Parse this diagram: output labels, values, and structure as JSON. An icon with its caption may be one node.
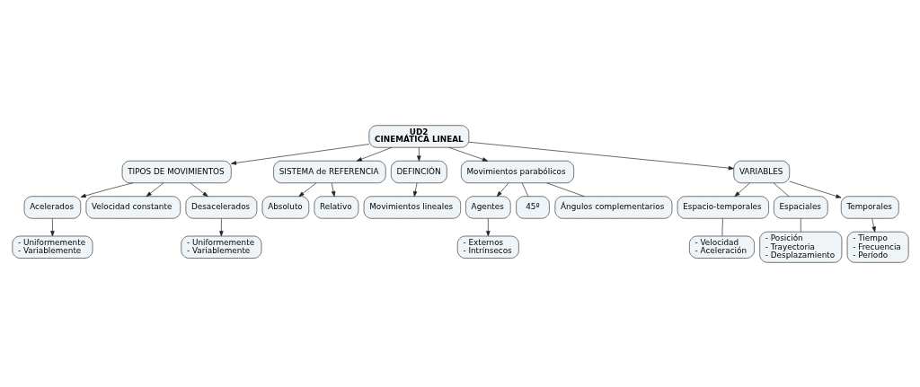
{
  "diagram": {
    "nodes": [
      {
        "text": [
          "UD2",
          "CINEMÁTICA LINEAL"
        ]
      },
      {
        "text": [
          "TIPOS DE MOVIMIENTOS"
        ]
      },
      {
        "text": [
          "Acelerados"
        ]
      },
      {
        "text": [
          "- Uniformemente",
          "- Variablemente"
        ]
      },
      {
        "text": [
          "Velocidad constante"
        ]
      },
      {
        "text": [
          "Desacelerados"
        ]
      },
      {
        "text": [
          "- Uniformemente",
          "- Variablemente"
        ]
      },
      {
        "text": [
          "SISTEMA de REFERENCIA"
        ]
      },
      {
        "text": [
          "Absoluto"
        ]
      },
      {
        "text": [
          "Relativo"
        ]
      },
      {
        "text": [
          "DEFINCIÓN"
        ]
      },
      {
        "text": [
          "Movimientos lineales"
        ]
      },
      {
        "text": [
          "Movimientos parabólicos"
        ]
      },
      {
        "text": [
          "Agentes"
        ]
      },
      {
        "text": [
          "- Externos",
          "- Intrínsecos"
        ]
      },
      {
        "text": [
          "45º"
        ]
      },
      {
        "text": [
          "Ángulos complementarios"
        ]
      },
      {
        "text": [
          "VARIABLES"
        ]
      },
      {
        "text": [
          "Espacio-temporales"
        ]
      },
      {
        "text": [
          "- Velocidad",
          "- Aceleración"
        ]
      },
      {
        "text": [
          "Espaciales"
        ]
      },
      {
        "text": [
          "- Posición",
          "- Trayectoria",
          "- Desplazamiento"
        ]
      },
      {
        "text": [
          "Temporales"
        ]
      },
      {
        "text": [
          "- Tiempo",
          "- Frecuencia",
          "- Período"
        ]
      }
    ],
    "edges": [
      {
        "from": 0,
        "to": 1,
        "arrow": "to"
      },
      {
        "from": 1,
        "to": 2,
        "arrow": "to"
      },
      {
        "from": 2,
        "to": 3,
        "arrow": "to"
      },
      {
        "from": 1,
        "to": 4,
        "arrow": "to"
      },
      {
        "from": 1,
        "to": 5,
        "arrow": "to"
      },
      {
        "from": 5,
        "to": 6,
        "arrow": "to"
      },
      {
        "from": 0,
        "to": 7,
        "arrow": "to"
      },
      {
        "from": 7,
        "to": 8,
        "arrow": "to"
      },
      {
        "from": 7,
        "to": 9,
        "arrow": "to"
      },
      {
        "from": 0,
        "to": 10,
        "arrow": "to"
      },
      {
        "from": 10,
        "to": 11,
        "arrow": "to"
      },
      {
        "from": 0,
        "to": 12,
        "arrow": "to"
      },
      {
        "from": 12,
        "to": 13,
        "arrow": "to"
      },
      {
        "from": 13,
        "to": 14,
        "arrow": "to"
      },
      {
        "from": 12,
        "to": 15,
        "arrow": "none"
      },
      {
        "from": 12,
        "to": 16,
        "arrow": "none"
      },
      {
        "from": 0,
        "to": 17,
        "arrow": "to"
      },
      {
        "from": 17,
        "to": 18,
        "arrow": "to"
      },
      {
        "from": 18,
        "to": 19,
        "arrow": "none"
      },
      {
        "from": 17,
        "to": 20,
        "arrow": "none"
      },
      {
        "from": 20,
        "to": 21,
        "arrow": "none"
      },
      {
        "from": 17,
        "to": 22,
        "arrow": "to"
      },
      {
        "from": 22,
        "to": 23,
        "arrow": "to"
      }
    ]
  }
}
